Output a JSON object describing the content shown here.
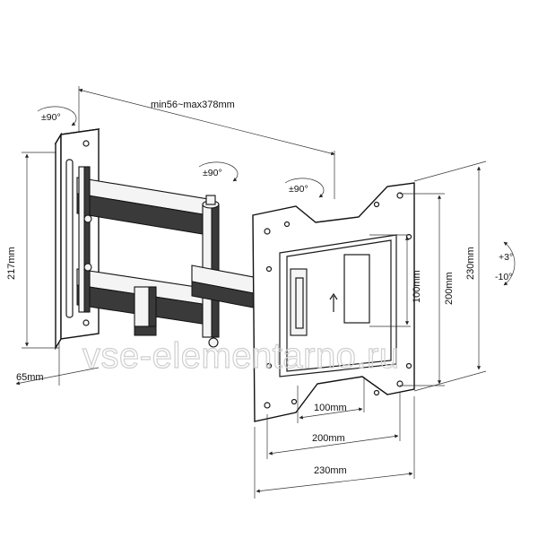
{
  "dimensions": {
    "arm_extension": "min56~max378mm",
    "wall_plate_height": "217mm",
    "wall_depth": "65mm",
    "vesa_inner": "100mm",
    "vesa_mid": "200mm",
    "vesa_outer": "230mm",
    "vesa_inner_v": "100mm",
    "vesa_mid_v": "200mm",
    "vesa_outer_v": "230mm"
  },
  "rotations": {
    "wall_swivel": "±90°",
    "elbow_swivel": "±90°",
    "plate_swivel": "±90°"
  },
  "tilt": {
    "up": "+3°",
    "down": "-10°"
  },
  "watermark": "vse-elementarno.ru",
  "colors": {
    "line": "#1a1a1a",
    "arm_dark": "#3a3a3a",
    "background": "#ffffff"
  }
}
